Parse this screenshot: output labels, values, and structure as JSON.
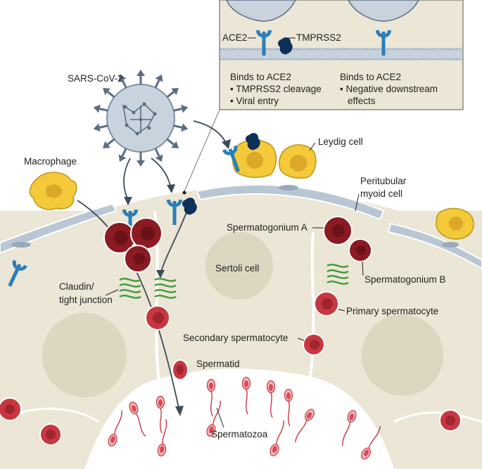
{
  "inset": {
    "left_receptor_label": "ACE2",
    "right_protease_label": "TMPRSS2",
    "left_caption": {
      "title": "Binds to ACE2",
      "bullets": [
        "• TMPRSS2 cleavage",
        "• Viral entry"
      ]
    },
    "right_caption": {
      "title": "Binds to ACE2",
      "bullets": [
        "• Negative downstream",
        "effects"
      ]
    }
  },
  "labels": {
    "virus": "SARS-CoV-2",
    "macrophage": "Macrophage",
    "leydig": "Leydig cell",
    "peritubular_1": "Peritubular",
    "peritubular_2": "myoid cell",
    "spermatogonium_a": "Spermatogonium A",
    "sertoli": "Sertoli cell",
    "claudin_1": "Claudin/",
    "claudin_2": "tight junction",
    "spermatogonium_b": "Spermatogonium B",
    "primary_spermatocyte": "Primary spermatocyte",
    "secondary_spermatocyte": "Secondary spermatocyte",
    "spermatid": "Spermatid",
    "spermatozoa": "Spermatozoa"
  },
  "colors": {
    "tissue": "#ebe6d5",
    "nucleus": "#ddd6c0",
    "ace2": "#2a7fb8",
    "tmprss2": "#0e2f5a",
    "germ_dark": "#8b1a22",
    "germ_red": "#c8373f",
    "leydig": "#f4c93a",
    "membrane": "#b9c6d3",
    "claudin": "#3f9a3a",
    "virus": "#c9d3dd"
  }
}
